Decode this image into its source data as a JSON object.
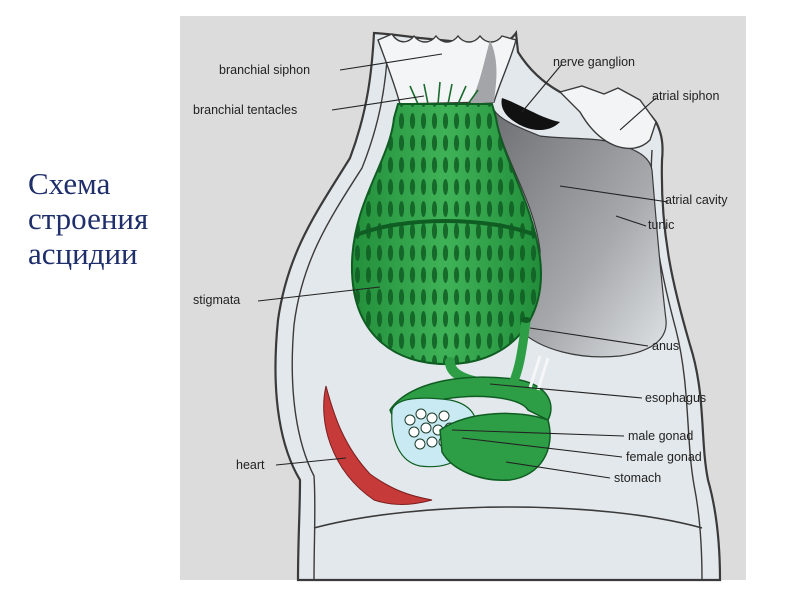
{
  "slide": {
    "title_lines": [
      "Схема",
      "строения",
      "асцидии"
    ]
  },
  "diagram": {
    "labels": {
      "branchial_siphon": "branchial siphon",
      "nerve_ganglion": "nerve ganglion",
      "atrial_siphon": "atrial siphon",
      "branchial_tentacles": "branchial tentacles",
      "atrial_cavity": "atrial cavity",
      "tunic": "tunic",
      "stigmata": "stigmata",
      "anus": "anus",
      "esophagus": "esophagus",
      "male_gonad": "male gonad",
      "female_gonad": "female gonad",
      "heart": "heart",
      "stomach": "stomach"
    },
    "colors": {
      "panel_bg": "#dcdcdc",
      "tunic_fill": "#e3e8ec",
      "tunic_outline": "#3a3a3a",
      "pharynx_green": "#2e9e46",
      "pharynx_dark": "#0f5d22",
      "atrial_cavity_gray": "#8e8f93",
      "heart_red": "#c63a3a",
      "gonad_blue": "#c9eaf2",
      "title_blue": "#1f2f6b"
    }
  }
}
